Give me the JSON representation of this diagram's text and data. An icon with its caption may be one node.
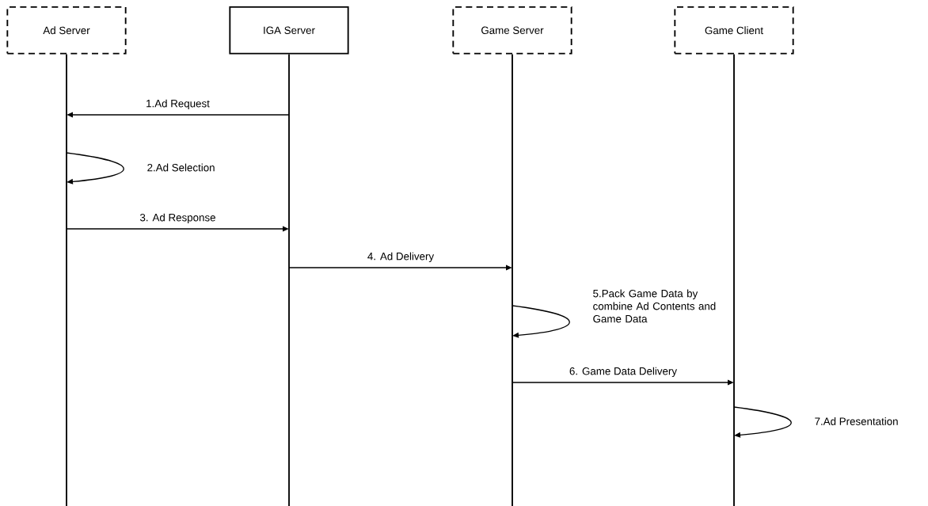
{
  "diagram": {
    "nodes": [
      {
        "text": [
          "Ad Server"
        ]
      },
      {
        "text": [
          "IGA Server"
        ]
      },
      {
        "text": [
          "Game Server"
        ]
      },
      {
        "text": [
          "Game Client"
        ]
      }
    ],
    "edges": [
      {
        "from": 1,
        "to": 0,
        "arrow": "to",
        "label": "1.Ad Request"
      },
      {
        "from": 0,
        "to": 0,
        "arrow": "to",
        "label": "2.Ad Selection"
      },
      {
        "from": 0,
        "to": 1,
        "arrow": "to",
        "label": "3. Ad Response"
      },
      {
        "from": 1,
        "to": 2,
        "arrow": "to",
        "label": "4. Ad Delivery"
      },
      {
        "from": 2,
        "to": 2,
        "arrow": "to",
        "label": "5.Pack Game Data by combine Ad Contents and Game Data"
      },
      {
        "from": 2,
        "to": 3,
        "arrow": "to",
        "label": "6. Game Data Delivery"
      },
      {
        "from": 3,
        "to": 3,
        "arrow": "to",
        "label": "7.Ad Presentation"
      }
    ]
  }
}
